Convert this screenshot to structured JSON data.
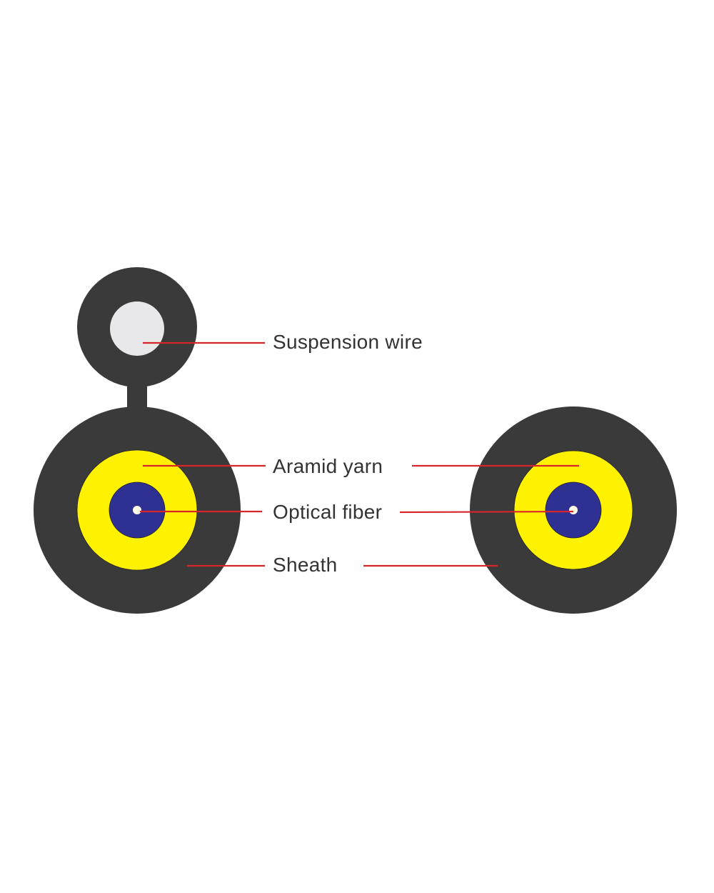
{
  "labels": {
    "suspension_wire": "Suspension wire",
    "aramid_yarn": "Aramid yarn",
    "optical_fiber": "Optical fiber",
    "sheath": "Sheath"
  },
  "colors": {
    "sheath": "#3a3a3a",
    "suspension_core": "#e8e8ea",
    "aramid": "#fff200",
    "fiber_buffer": "#2e3192",
    "fiber_core": "#fffbe6",
    "leader": "#d7262b",
    "text": "#333333"
  }
}
